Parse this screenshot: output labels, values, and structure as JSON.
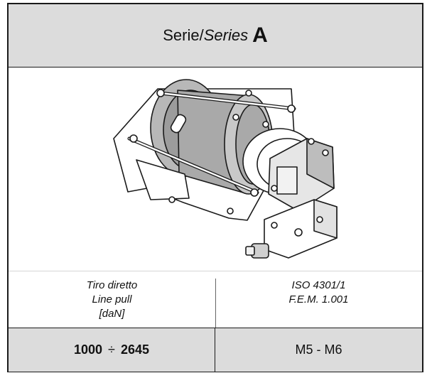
{
  "header": {
    "serie_text": "Serie/",
    "series_text": "Series",
    "series_letter": "A"
  },
  "specs": {
    "left_lines": [
      "Tiro diretto",
      "Line pull",
      "[daN]"
    ],
    "right_lines": [
      "ISO 4301/1",
      "F.E.M. 1.001"
    ]
  },
  "values": {
    "pull_min": "1000",
    "pull_separator": "÷",
    "pull_max": "2645",
    "classification": "M5 - M6"
  },
  "image": {
    "subject": "hydraulic-winch-illustration"
  },
  "colors": {
    "band_gray": "#dcdcdc",
    "border": "#1a1a1a",
    "drum_gray": "#a9a9a9"
  }
}
